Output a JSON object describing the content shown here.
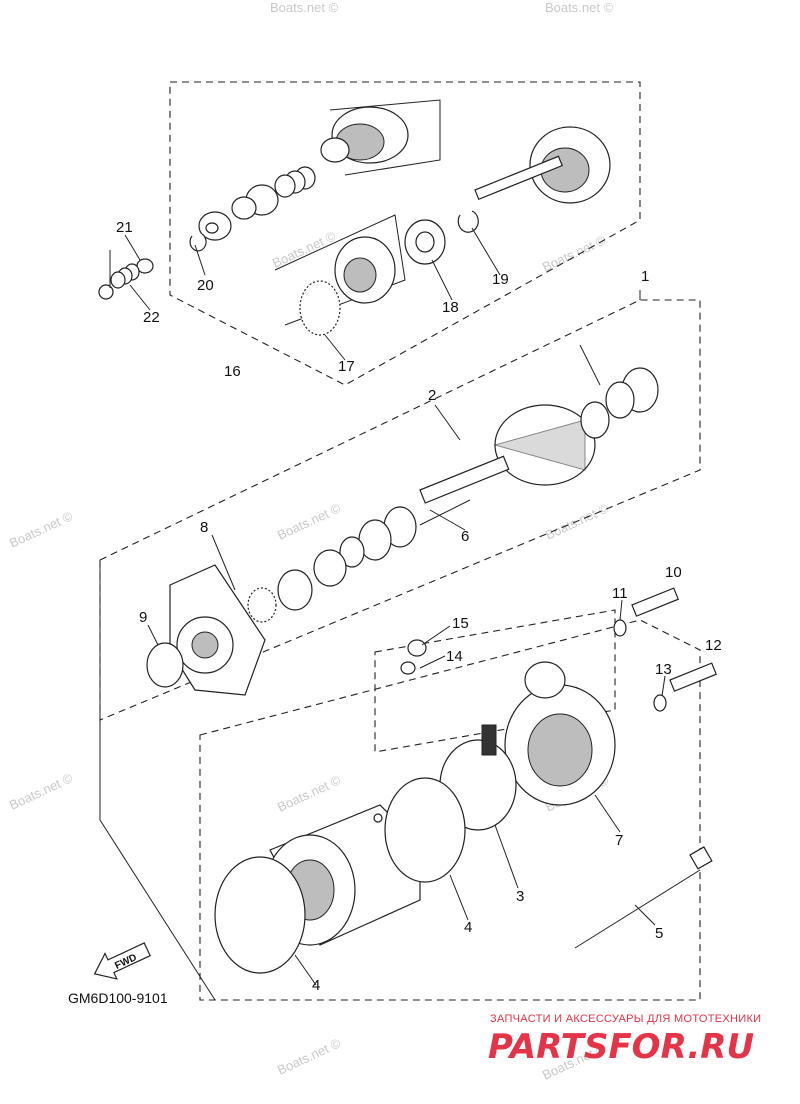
{
  "watermark_text": "Boats.net ©",
  "diagram_code": "GM6D100-9101",
  "fwd_label": "FWD",
  "brand": {
    "tagline": "ЗАПЧАСТИ И АКСЕССУАРЫ ДЛЯ МОТОТЕХНИКИ",
    "logo_text": "PARTSFOR.RU"
  },
  "callouts": [
    "1",
    "2",
    "3",
    "4",
    "4",
    "5",
    "6",
    "7",
    "8",
    "9",
    "10",
    "11",
    "12",
    "13",
    "14",
    "15",
    "16",
    "17",
    "18",
    "19",
    "20",
    "21",
    "22"
  ],
  "colors": {
    "line": "#222222",
    "watermark": "#c9c9c9",
    "brand": "#e53347"
  }
}
